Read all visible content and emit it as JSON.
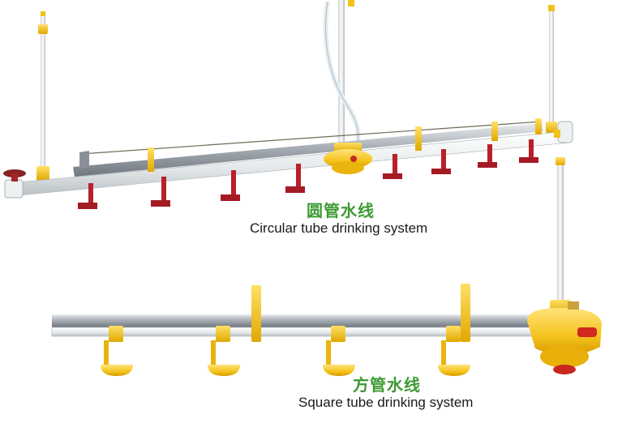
{
  "colors": {
    "background": "#ffffff",
    "caption_green": "#3d9a32",
    "nipple_red": "#b8202a",
    "fitting_yellow": "#f2c21a",
    "pipe_white": "#eef1f2",
    "pipe_steel": "#a7adb4"
  },
  "systems": [
    {
      "title_cn": "圆管水线",
      "caption_en": "Circular tube drinking system"
    },
    {
      "title_cn": "方管水线",
      "caption_en": "Square tube drinking system"
    }
  ]
}
